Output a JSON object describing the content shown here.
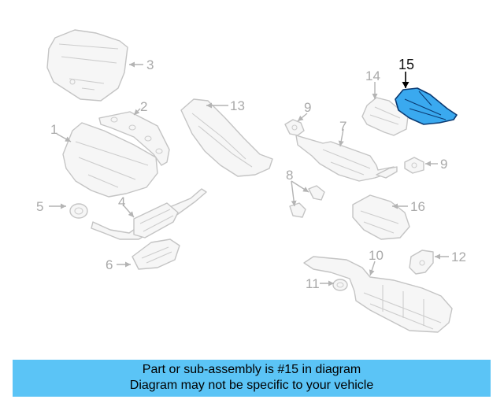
{
  "callouts": [
    "1",
    "2",
    "3",
    "4",
    "5",
    "6",
    "7",
    "8",
    "9",
    "9",
    "10",
    "11",
    "12",
    "13",
    "14",
    "15",
    "16"
  ],
  "highlight_color": "#5bc4f6",
  "highlighted_part_color": "#3aa9ef",
  "banner": {
    "line1": "Part or sub-assembly is #15 in diagram",
    "line2": "Diagram may not be specific to your vehicle"
  }
}
